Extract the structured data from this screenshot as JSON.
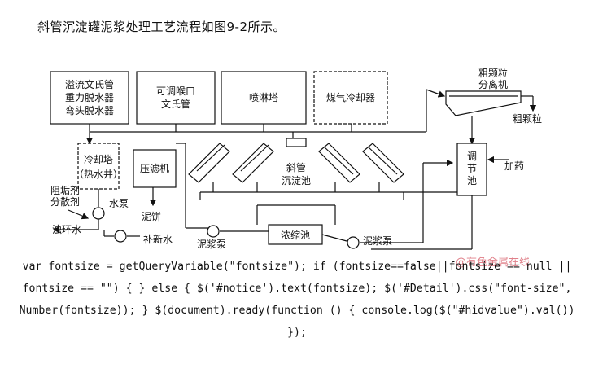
{
  "intro": "斜管沉淀罐泥浆处理工艺流程如图9-2所示。",
  "labels": {
    "box1_l1": "溢流文氏管",
    "box1_l2": "重力脱水器",
    "box1_l3": "弯头脱水器",
    "box2_l1": "可调喉口",
    "box2_l2": "文氏管",
    "box3": "喷淋塔",
    "box4": "煤气冷却器",
    "coarse_sep_l1": "粗颗粒",
    "coarse_sep_l2": "分离机",
    "coarse": "粗颗粒",
    "cooling_l1": "冷却塔",
    "cooling_l2": "（热水井）",
    "filter": "压滤机",
    "settler_l1": "斜管",
    "settler_l2": "沉淀池",
    "adjust_l1": "调",
    "adjust_l2": "节",
    "adjust_l3": "池",
    "dosing": "加药",
    "antiscale_l1": "阻垢剂",
    "antiscale_l2": "分散剂",
    "water_pump": "水泵",
    "cake": "泥饼",
    "loop_water": "浊环水",
    "makeup": "补新水",
    "slurry_pump1": "泥浆泵",
    "thickener": "浓缩池",
    "slurry_pump2": "泥浆泵"
  },
  "watermark": "@有色金属在线",
  "code_text": "var fontsize = getQueryVariable(\"fontsize\"); if (fontsize==false||fontsize == null || fontsize == \"\") { } else { $('#notice').text(fontsize); $('#Detail').css(\"font-size\", Number(fontsize)); } $(document).ready(function () { console.log($(\"#hidvalue\").val()) });"
}
